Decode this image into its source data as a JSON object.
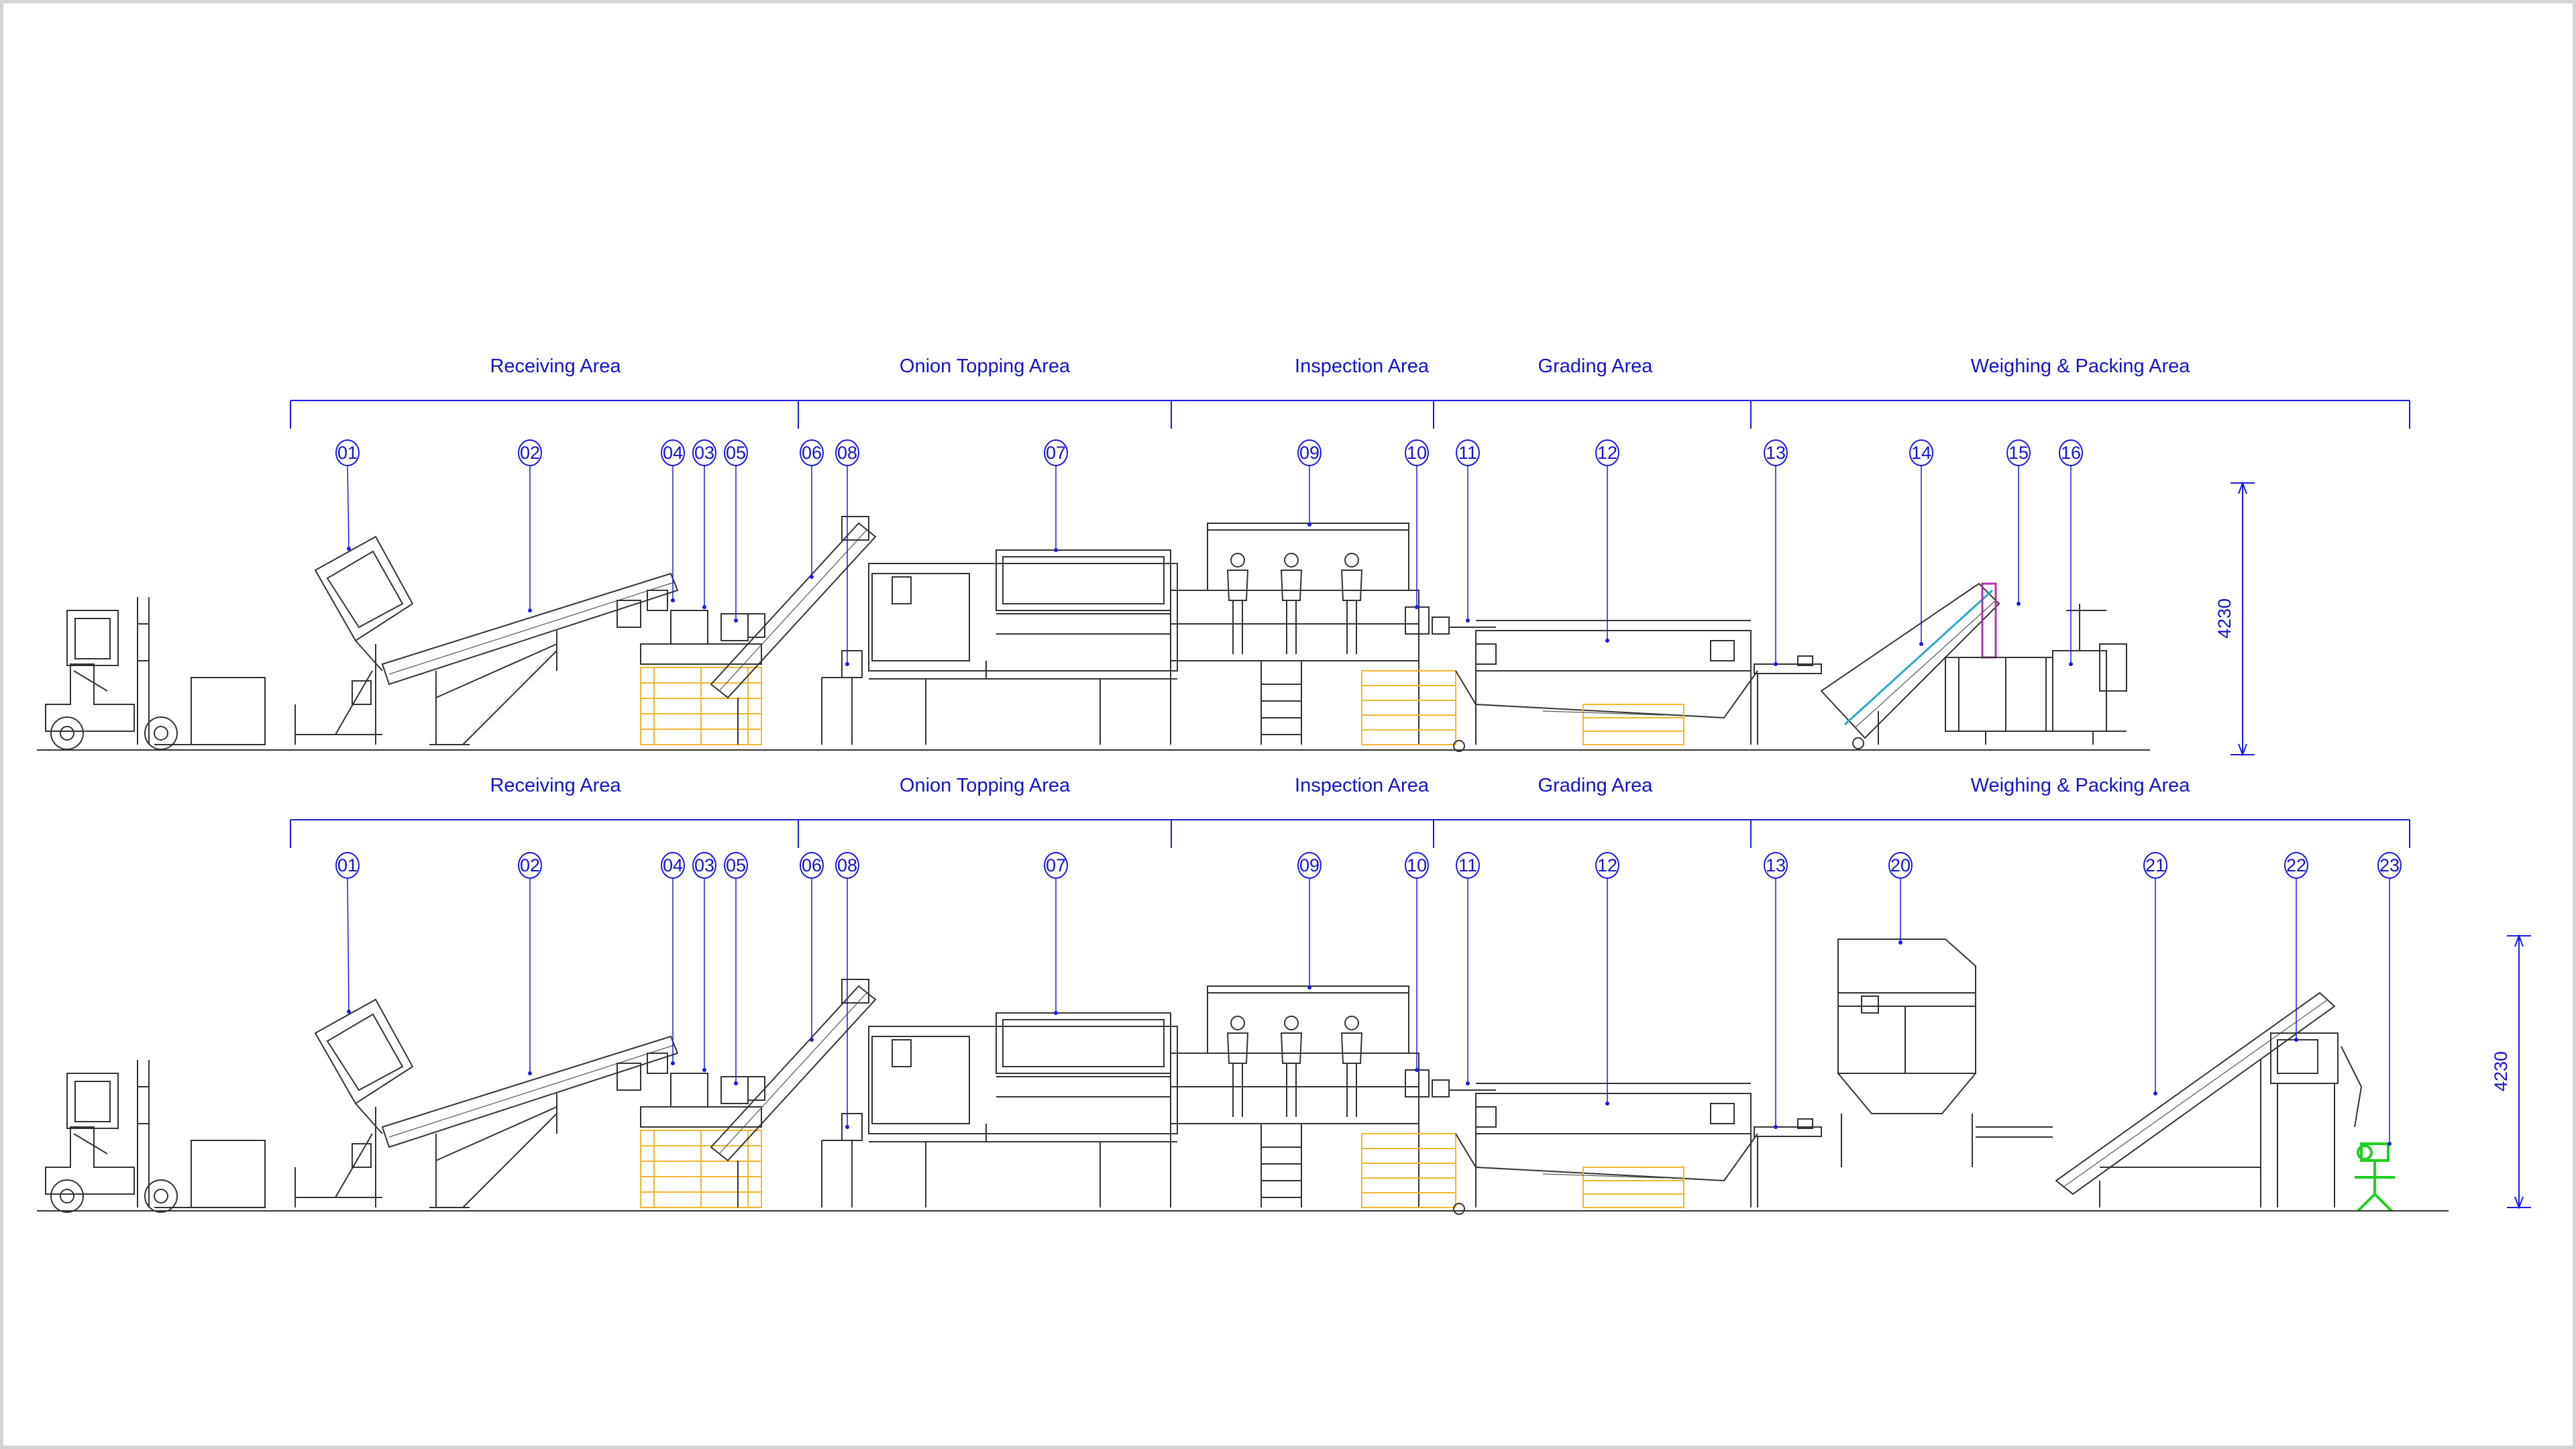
{
  "colors": {
    "annotation": "#1414c8",
    "machine": "#333333",
    "pallet": "#f2b630",
    "highlight": "#1fd01f",
    "frame": "#d4d4d4"
  },
  "rows": [
    {
      "areas": [
        {
          "label": "Receiving Area"
        },
        {
          "label": "Onion Topping Area"
        },
        {
          "label": "Inspection Area"
        },
        {
          "label": "Grading Area"
        },
        {
          "label": "Weighing & Packing Area"
        }
      ],
      "items": [
        "01",
        "02",
        "04",
        "03",
        "05",
        "06",
        "08",
        "07",
        "09",
        "10",
        "11",
        "12",
        "13",
        "14",
        "15",
        "16"
      ],
      "dimension": "4230"
    },
    {
      "areas": [
        {
          "label": "Receiving Area"
        },
        {
          "label": "Onion Topping Area"
        },
        {
          "label": "Inspection Area"
        },
        {
          "label": "Grading Area"
        },
        {
          "label": "Weighing & Packing Area"
        }
      ],
      "items": [
        "01",
        "02",
        "04",
        "03",
        "05",
        "06",
        "08",
        "07",
        "09",
        "10",
        "11",
        "12",
        "13",
        "20",
        "21",
        "22",
        "23"
      ],
      "dimension": "4230"
    }
  ]
}
